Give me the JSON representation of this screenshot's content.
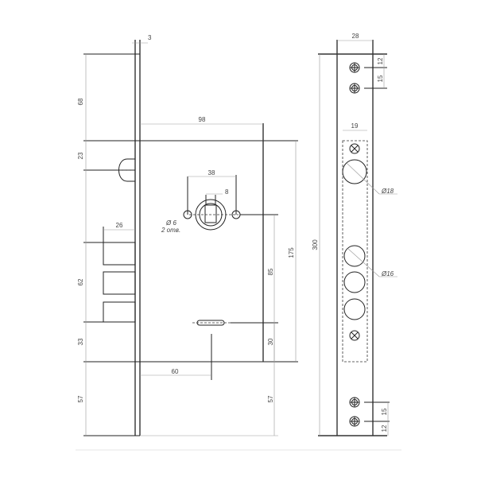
{
  "drawing": {
    "lock_dims": {
      "faceplate_thickness": "3",
      "top_to_latch_line": "68",
      "body_depth": "98",
      "latch_offset": "23",
      "hole_spacing": "38",
      "spindle_square": "8",
      "hole_diameter": "Ø 6",
      "hole_count": "2 отв.",
      "bolt_projection": "26",
      "bolt_span": "62",
      "bolt_to_bottom": "33",
      "spindle_height": "85",
      "body_height": "175",
      "keyhole_height": "30",
      "backset": "60",
      "bottom_faceplate": "57",
      "bottom_body": "57"
    },
    "strike_dims": {
      "length": "300",
      "width": "28",
      "top_screw_offset": "12",
      "top_screw_spacing": "15",
      "pocket_width": "19",
      "large_hole": "Ø18",
      "small_hole": "Ø16",
      "bottom_screw_spacing": "15",
      "bottom_screw_offset": "12"
    }
  }
}
